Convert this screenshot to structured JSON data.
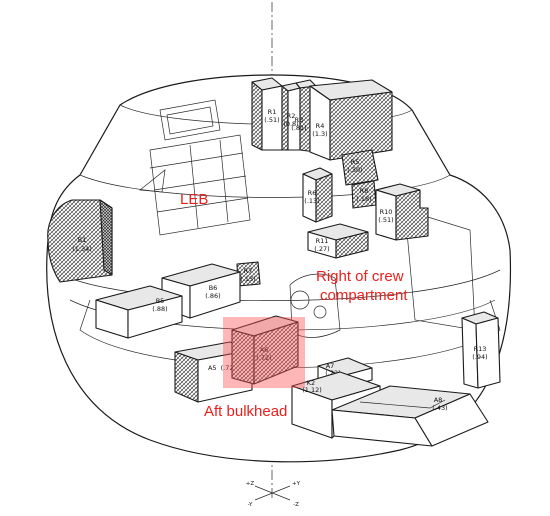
{
  "annotation_color": "#e8201e",
  "highlight_color": "#ff5050",
  "annotations": {
    "leb": "LEB",
    "right_crew_line1": "Right of crew",
    "right_crew_line2": "compartment",
    "aft_bulkhead": "Aft bulkhead"
  },
  "boxes": {
    "r1": {
      "name": "R1",
      "value": "(.51)"
    },
    "r2": {
      "name": "R2",
      "value": "(0.8)"
    },
    "r3": {
      "name": "R3",
      "value": "(.81)"
    },
    "r4": {
      "name": "R4",
      "value": "(1.3)"
    },
    "r5": {
      "name": "R5",
      "value": "(.30)"
    },
    "r6": {
      "name": "R6",
      "value": "(.13)"
    },
    "r7": {
      "name": "R7",
      "value": "(.13)"
    },
    "r8": {
      "name": "R8",
      "value": "(.18)"
    },
    "r10": {
      "name": "R10",
      "value": "(.51)"
    },
    "r11": {
      "name": "R11",
      "value": "(.27)"
    },
    "r13": {
      "name": "R13",
      "value": "(.94)"
    },
    "b1": {
      "name": "B1",
      "value": "(1.34)"
    },
    "b5": {
      "name": "B5",
      "value": "(.88)"
    },
    "b6": {
      "name": "B6",
      "value": "(.86)"
    },
    "a5": {
      "name": "A5",
      "value": "(.72)"
    },
    "a6": {
      "name": "A6",
      "value": "(.72)"
    },
    "a7": {
      "name": "A7",
      "value": "(.22)"
    },
    "a8": {
      "name": "A8",
      "value": "(.43)"
    },
    "k2": {
      "name": "K2",
      "value": "(1.12)"
    }
  },
  "axes": {
    "plus_z": "+Z",
    "minus_z": "-Z",
    "plus_y": "+Y",
    "minus_y": "-Y"
  }
}
